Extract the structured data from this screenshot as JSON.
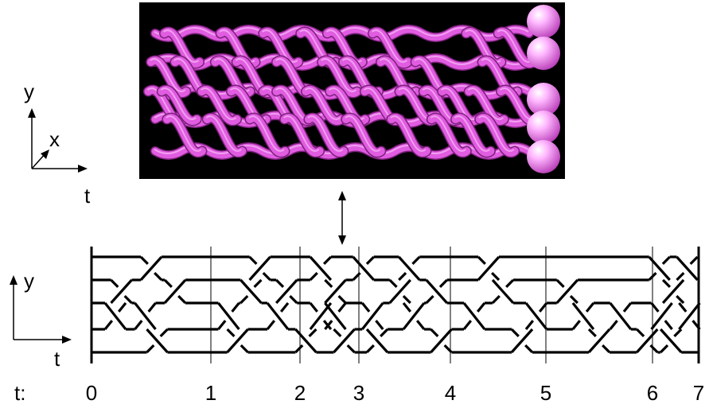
{
  "render": {
    "panel_bg": "#000000",
    "tube_color": "#e05ce0",
    "tube_highlight": "#ffd6ff",
    "tube_shadow": "#7a1f7a",
    "sphere_color": "#ff9cff",
    "line_color": "#000000"
  },
  "axes_3d": {
    "y_label": "y",
    "x_label": "x",
    "t_label": "t"
  },
  "axes_2d": {
    "y_label": "y",
    "t_label": "t"
  },
  "braid": {
    "strands": 5,
    "t_prefix": "t:",
    "time_marks": [
      "0",
      "1",
      "2",
      "3",
      "4",
      "5",
      "6",
      "7"
    ],
    "crossings": [
      {
        "t": 0.5,
        "i": 0
      },
      {
        "t": 0.25,
        "i": 1
      },
      {
        "t": 0.2,
        "i": 2
      },
      {
        "t": 0.55,
        "i": 3
      },
      {
        "t": 0.7,
        "i": 1
      },
      {
        "t": 0.45,
        "i": 2
      },
      {
        "t": 1.2,
        "i": 2
      },
      {
        "t": 1.45,
        "i": 1
      },
      {
        "t": 1.3,
        "i": 3
      },
      {
        "t": 1.55,
        "i": 0
      },
      {
        "t": 1.85,
        "i": 1
      },
      {
        "t": 1.75,
        "i": 2
      },
      {
        "t": 2.1,
        "i": 3
      },
      {
        "t": 2.35,
        "i": 2
      },
      {
        "t": 2.35,
        "i": 0
      },
      {
        "t": 2.6,
        "i": 1
      },
      {
        "t": 2.75,
        "i": 3
      },
      {
        "t": 2.6,
        "i": 2
      },
      {
        "t": 3.05,
        "i": 0
      },
      {
        "t": 3.15,
        "i": 2
      },
      {
        "t": 3.2,
        "i": 3
      },
      {
        "t": 3.45,
        "i": 1
      },
      {
        "t": 3.6,
        "i": 2
      },
      {
        "t": 3.55,
        "i": 0
      },
      {
        "t": 3.85,
        "i": 1
      },
      {
        "t": 3.9,
        "i": 3
      },
      {
        "t": 4.25,
        "i": 2
      },
      {
        "t": 4.4,
        "i": 0
      },
      {
        "t": 4.55,
        "i": 1
      },
      {
        "t": 4.75,
        "i": 3
      },
      {
        "t": 4.9,
        "i": 2
      },
      {
        "t": 5.2,
        "i": 1
      },
      {
        "t": 5.35,
        "i": 2
      },
      {
        "t": 5.5,
        "i": 3
      },
      {
        "t": 5.7,
        "i": 2
      },
      {
        "t": 5.95,
        "i": 3
      },
      {
        "t": 6.15,
        "i": 0
      },
      {
        "t": 6.2,
        "i": 2
      },
      {
        "t": 6.45,
        "i": 1
      },
      {
        "t": 6.4,
        "i": 3
      },
      {
        "t": 6.75,
        "i": 0
      },
      {
        "t": 6.8,
        "i": 2
      }
    ]
  }
}
